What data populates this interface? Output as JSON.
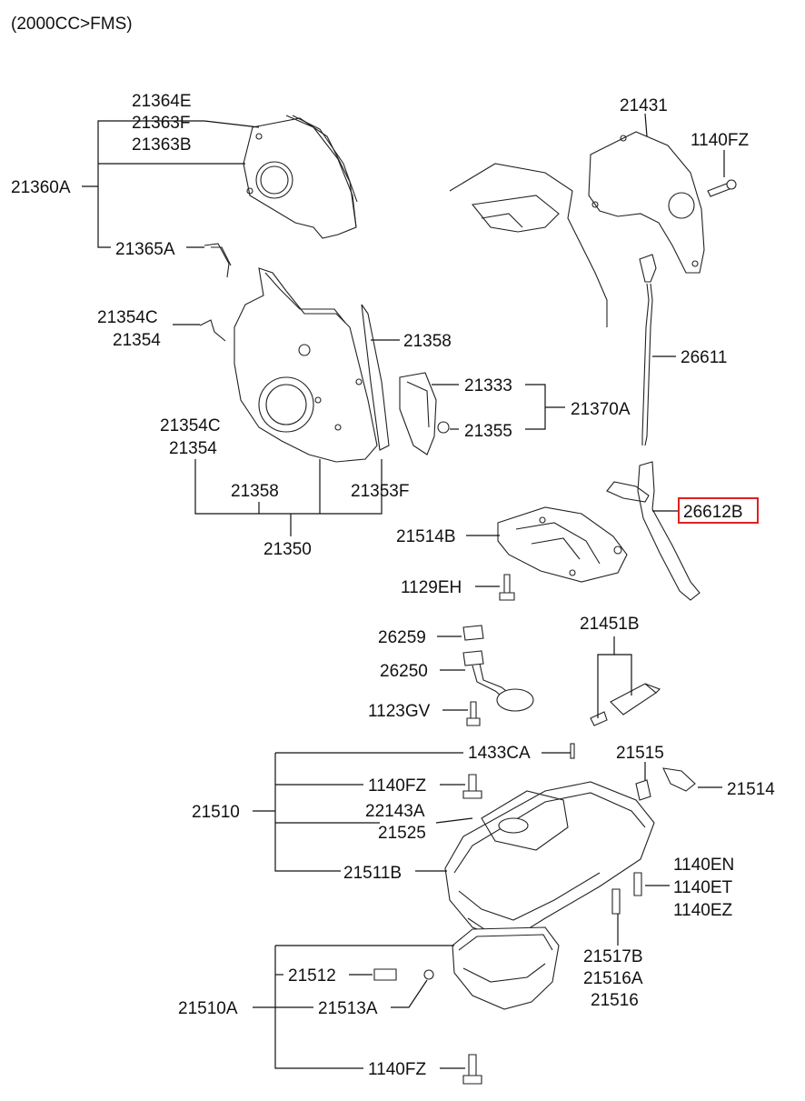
{
  "header": {
    "title": "(2000CC>FMS)"
  },
  "labels": {
    "p21364E": "21364E",
    "p21363F": "21363F",
    "p21363B": "21363B",
    "p21360A": "21360A",
    "p21365A": "21365A",
    "p21354C_a": "21354C",
    "p21354_a": "21354",
    "p21358_a": "21358",
    "p21354C_b": "21354C",
    "p21354_b": "21354",
    "p21358_b": "21358",
    "p21353F": "21353F",
    "p21350": "21350",
    "p21333": "21333",
    "p21355": "21355",
    "p21370A": "21370A",
    "p21431": "21431",
    "p1140FZ_a": "1140FZ",
    "p26611": "26611",
    "p26612B": "26612B",
    "p21514B": "21514B",
    "p1129EH": "1129EH",
    "p26259": "26259",
    "p26250": "26250",
    "p1123GV": "1123GV",
    "p21451B": "21451B",
    "p1433CA": "1433CA",
    "p21515": "21515",
    "p21514": "21514",
    "p1140FZ_b": "1140FZ",
    "p21510": "21510",
    "p22143A": "22143A",
    "p21525": "21525",
    "p21511B": "21511B",
    "p1140EN": "1140EN",
    "p1140ET": "1140ET",
    "p1140EZ": "1140EZ",
    "p21517B": "21517B",
    "p21516A": "21516A",
    "p21516": "21516",
    "p21512": "21512",
    "p21510A": "21510A",
    "p21513A": "21513A",
    "p1140FZ_c": "1140FZ"
  },
  "highlight": {
    "part": "26612B",
    "color": "#e02020"
  }
}
